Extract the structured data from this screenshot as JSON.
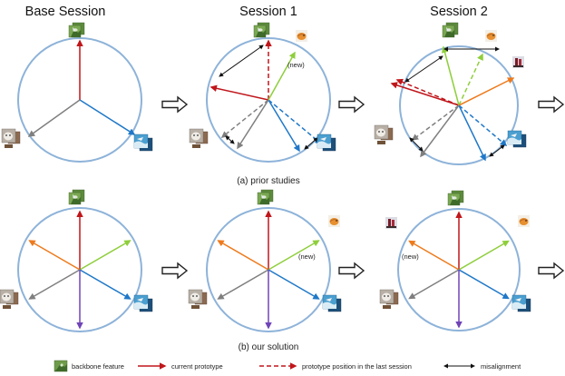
{
  "titles": {
    "base": "Base Session",
    "session1": "Session 1",
    "session2": "Session 2"
  },
  "captions": {
    "prior": "(a) prior studies",
    "ours": "(b) our solution"
  },
  "new_label": "(new)",
  "legend": {
    "backbone": "backbone feature",
    "current": "current prototype",
    "previous": "prototype position in the last session",
    "misalignment": "misalignment"
  },
  "colors": {
    "circle": "#8eb3d9",
    "red": "#c0161b",
    "blue": "#1f78c8",
    "gray": "#7f7f7f",
    "green": "#8fce3c",
    "orange": "#ee7a1c",
    "purple": "#7044b8",
    "black": "#111111"
  },
  "icons": {
    "bird": "bird-thumbnail-icon",
    "cat": "cat-thumbnail-icon",
    "ocean": "ocean-thumbnail-icon",
    "orange_fish": "orange-fish-thumbnail-icon",
    "ship": "ship-thumbnail-icon",
    "transition_arrow": "hollow-right-arrow-icon"
  }
}
